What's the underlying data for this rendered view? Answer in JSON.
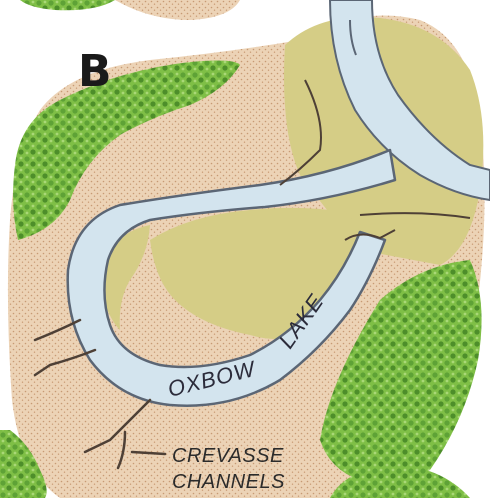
{
  "panel_label": "B",
  "labels": {
    "oxbow_word_1": "OXBOW",
    "oxbow_word_2": "LAKE",
    "crevasse_word_1": "CREVASSE",
    "crevasse_word_2": "CHANNELS"
  },
  "colors": {
    "background": "#ffffff",
    "water": "#d3e4ee",
    "water_edge": "#5b6675",
    "sand": "#ecd3b6",
    "sand_dot": "#c79a74",
    "olive": "#d5cd86",
    "vegetation": "#7fbf46",
    "vegetation_dark": "#4d8e2a",
    "channel_line": "#4e4036"
  }
}
